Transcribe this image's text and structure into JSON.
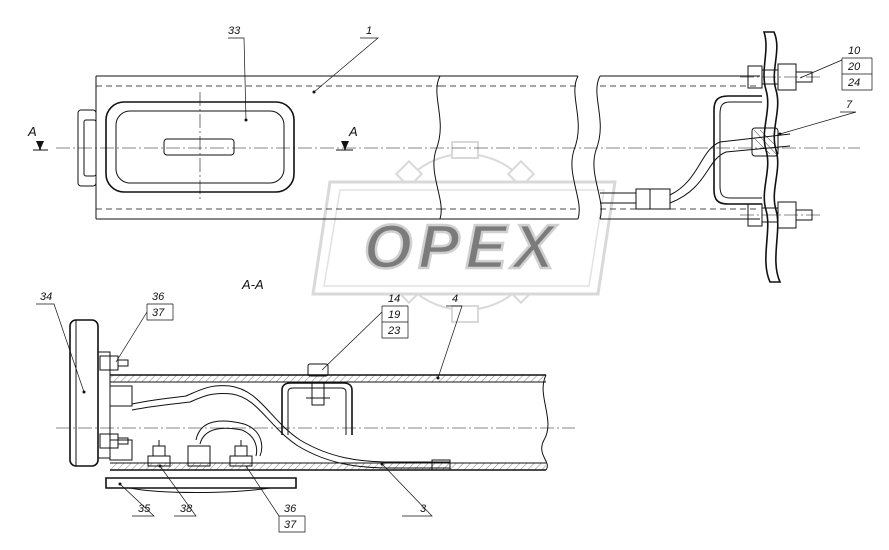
{
  "watermark": {
    "text": "OPEX"
  },
  "section": {
    "view_name": "A-A",
    "marker_left": "A",
    "marker_right": "A"
  },
  "callouts": {
    "c33": "33",
    "c1": "1",
    "c10": "10",
    "c20": "20",
    "c24": "24",
    "c7": "7",
    "c34": "34",
    "c36a": "36",
    "c37a": "37",
    "c14": "14",
    "c19": "19",
    "c23": "23",
    "c4": "4",
    "c3": "3",
    "c35": "35",
    "c38": "38",
    "c36b": "36",
    "c37b": "37"
  },
  "colors": {
    "line": "#111111",
    "watermark": "#cfcfcf"
  }
}
